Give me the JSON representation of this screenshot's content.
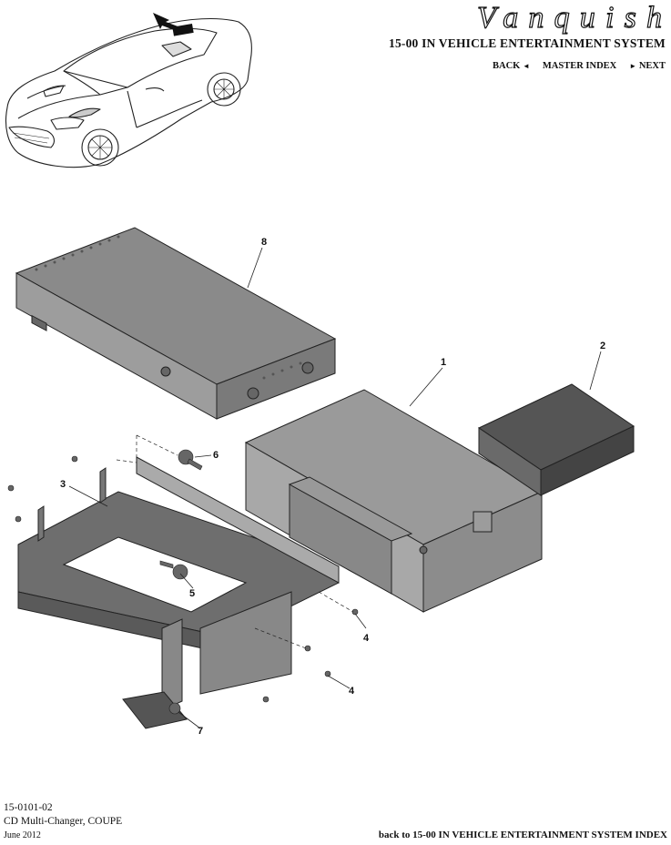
{
  "brand": {
    "logo_text": "Vanquish"
  },
  "header": {
    "section_title": "15-00 IN VEHICLE ENTERTAINMENT SYSTEM",
    "nav": {
      "back": "BACK",
      "back_arrow": "◄",
      "master_index": "MASTER INDEX",
      "next_arrow": "►",
      "next": "NEXT"
    }
  },
  "diagram": {
    "callouts": [
      "8",
      "1",
      "2",
      "6",
      "3",
      "5",
      "4",
      "4",
      "7"
    ]
  },
  "footer": {
    "part_code": "15-0101-02",
    "part_name": "CD Multi-Changer, COUPE",
    "date": "June 2012",
    "index_link": "back to 15-00 IN VEHICLE ENTERTAINMENT SYSTEM INDEX"
  }
}
